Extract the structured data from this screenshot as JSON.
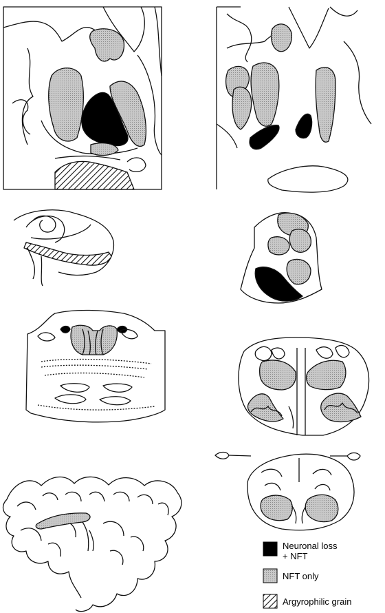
{
  "legend": {
    "items": [
      {
        "key": "loss",
        "label_line1": "Neuronal loss",
        "label_line2": "+ NFT",
        "fill": "#000000"
      },
      {
        "key": "nft",
        "label": "NFT only",
        "fill": "#bdbdbd"
      },
      {
        "key": "grain",
        "label": "Argyrophilic grain",
        "fill": "hatch"
      }
    ]
  },
  "colors": {
    "ink": "#111111",
    "nft_gray": "#bdbdbd",
    "background": "#ffffff"
  }
}
